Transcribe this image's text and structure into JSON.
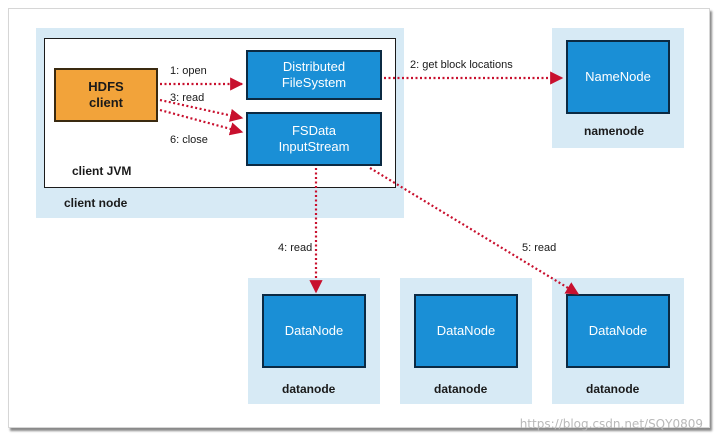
{
  "nodes": {
    "hdfs_client": {
      "line1": "HDFS",
      "line2": "client"
    },
    "distributed_fs": {
      "line1": "Distributed",
      "line2": "FileSystem"
    },
    "fsdata_stream": {
      "line1": "FSData",
      "line2": "InputStream"
    },
    "namenode": {
      "label": "NameNode"
    },
    "datanodes": [
      "DataNode",
      "DataNode",
      "DataNode"
    ]
  },
  "containers": {
    "client_jvm": "client JVM",
    "client_node": "client node",
    "namenode": "namenode",
    "datanodes": [
      "datanode",
      "datanode",
      "datanode"
    ]
  },
  "edges": {
    "open": "1: open",
    "get_block_locations": "2: get block locations",
    "read": "3: read",
    "read_dn1": "4: read",
    "read_dn2": "5: read",
    "close": "6: close"
  },
  "colors": {
    "panel": "#d7eaf5",
    "node_fill": "#1a8fd6",
    "client_fill": "#f2a33a",
    "arrow": "#c8102e"
  },
  "watermark": "https://blog.csdn.net/SQY0809"
}
